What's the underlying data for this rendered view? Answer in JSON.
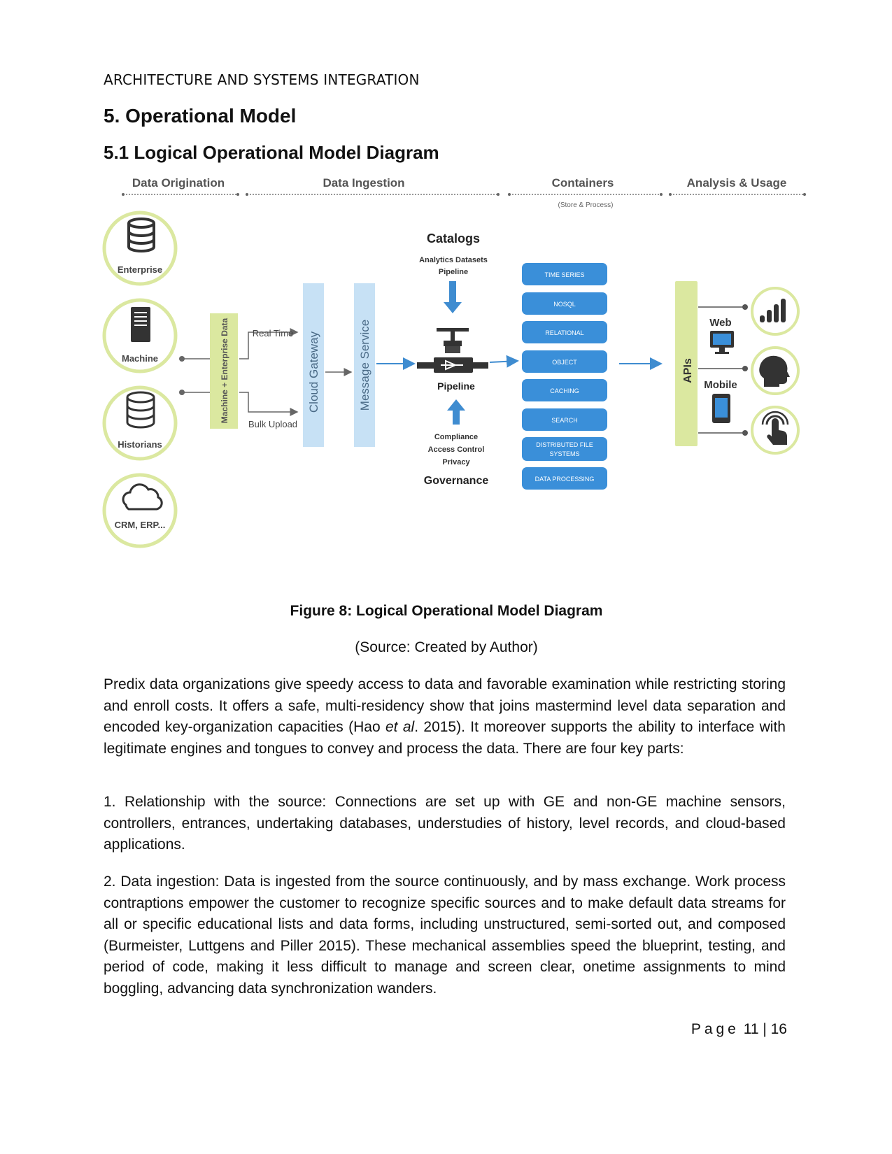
{
  "header": {
    "running_title": "ARCHITECTURE AND SYSTEMS INTEGRATION"
  },
  "section_title": "5. Operational Model",
  "subsection_title": "5.1 Logical Operational Model Diagram",
  "diagram": {
    "stages": [
      "Data Origination",
      "Data Ingestion",
      "Containers",
      "Analysis & Usage"
    ],
    "containers_note": "(Store & Process)",
    "sources": [
      "Enterprise",
      "Machine",
      "Historians",
      "CRM, ERP..."
    ],
    "machine_data_label": "Machine + Enterprise Data",
    "real_time": "Real Time",
    "bulk_upload": "Bulk Upload",
    "cloud_gateway": "Cloud Gateway",
    "message_service": "Message Service",
    "catalogs": "Catalogs",
    "catalogs_items": [
      "Analytics Datasets",
      "Pipeline"
    ],
    "pipeline": "Pipeline",
    "governance_items": [
      "Compliance",
      "Access Control",
      "Privacy"
    ],
    "governance": "Governance",
    "containers": [
      "TIME SERIES",
      "NOSQL",
      "RELATIONAL",
      "OBJECT",
      "CACHING",
      "SEARCH",
      "DISTRIBUTED FILE",
      "SYSTEMS",
      "DATA PROCESSING"
    ],
    "apis": "APIs",
    "web": "Web",
    "mobile": "Mobile",
    "colors": {
      "lime": "#d6e48a",
      "lime_border": "#c9db6a",
      "blue": "#3a8fd9",
      "light_blue": "#c7e1f5",
      "arrow": "#3f8cd0"
    }
  },
  "figure_caption": "Figure 8: Logical Operational Model Diagram",
  "figure_source": "(Source: Created by Author)",
  "paragraphs": {
    "p1_a": "Predix data organizations give speedy access to data and favorable examination while restricting storing and enroll costs. It offers a safe, multi-residency show that joins mastermind level data separation and encoded key-organization capacities (Hao ",
    "p1_italic": "et al",
    "p1_b": ". 2015). It moreover supports the ability to interface with legitimate engines and tongues to convey and process the data. There are four key parts:",
    "p2": "1. Relationship with the source: Connections are set up with GE and non-GE machine sensors, controllers, entrances, undertaking databases, understudies of history, level records, and cloud-based applications.",
    "p3": "2. Data ingestion: Data is ingested from the source continuously, and by mass exchange. Work process contraptions empower the customer to recognize specific sources and to make default data streams for all or specific educational lists and data forms, including unstructured, semi-sorted out, and composed (Burmeister, Luttgens and Piller 2015). These mechanical assemblies speed the blueprint, testing, and period of code, making it less difficult to manage and screen clear, onetime assignments to mind boggling, advancing data synchronization wanders."
  },
  "footer": {
    "page_label": "Page",
    "page_num": "11 | 16"
  }
}
